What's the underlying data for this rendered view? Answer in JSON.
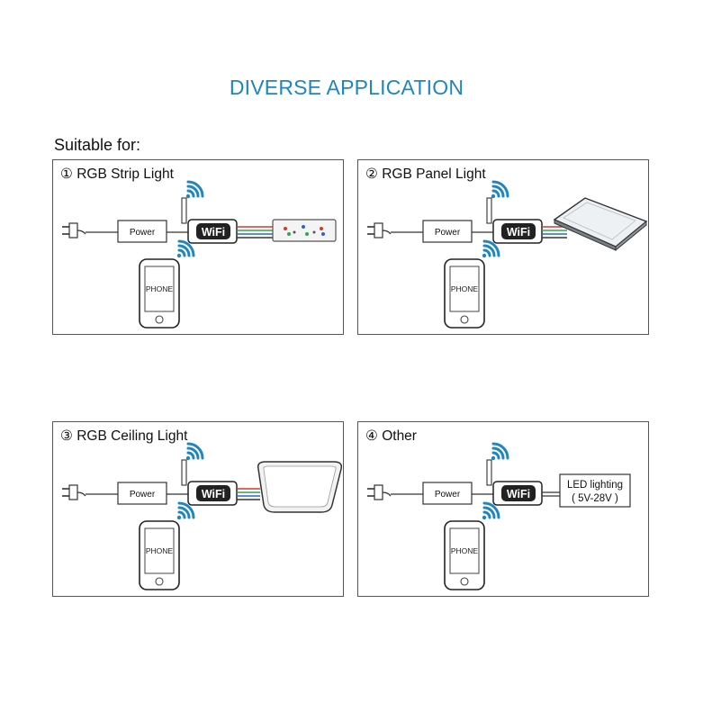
{
  "header": {
    "title": "DIVERSE APPLICATION",
    "subtitle": "Suitable for:"
  },
  "panels": [
    {
      "label": "① RGB Strip Light",
      "power": "Power",
      "wifi": "WiFi",
      "phone": "PHONE",
      "load": "strip"
    },
    {
      "label": "② RGB Panel Light",
      "power": "Power",
      "wifi": "WiFi",
      "phone": "PHONE",
      "load": "panel"
    },
    {
      "label": "③ RGB Ceiling Light",
      "power": "Power",
      "wifi": "WiFi",
      "phone": "PHONE",
      "load": "ceiling"
    },
    {
      "label": "④ Other",
      "power": "Power",
      "wifi": "WiFi",
      "phone": "PHONE",
      "load": "other",
      "led_line1": "LED lighting",
      "led_line2": "( 5V-28V )"
    }
  ],
  "colors": {
    "title": "#1f86c2",
    "wifi_signal": "#1f86c2",
    "border": "#555555",
    "wire_red": "#e0342b",
    "wire_green": "#2aa84a",
    "wire_blue": "#2a66d0"
  },
  "icons": [
    "plug-icon",
    "wifi-signal-icon",
    "antenna-icon",
    "wifi-controller-icon",
    "smartphone-icon",
    "led-strip-icon",
    "panel-light-icon",
    "ceiling-light-icon"
  ]
}
